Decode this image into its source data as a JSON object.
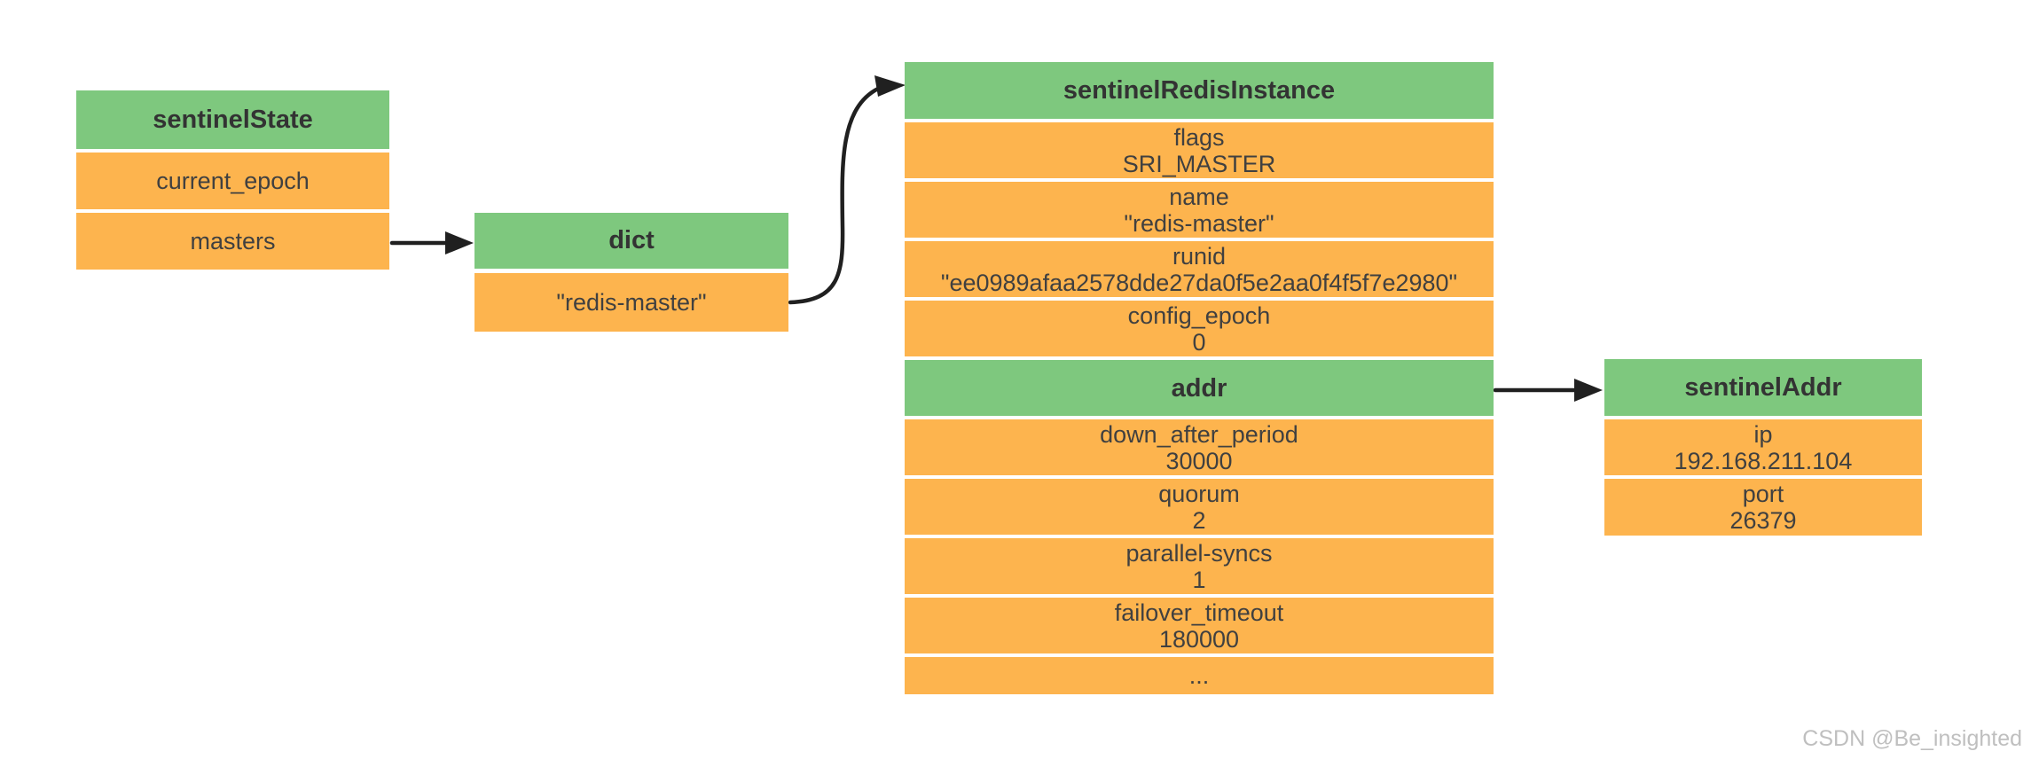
{
  "colors": {
    "green": "#7ec87e",
    "orange": "#fdb44e",
    "title-text": "#333333",
    "row-text": "#404040",
    "arrow": "#202020",
    "watermark": "#bfbfbf",
    "bg": "#ffffff"
  },
  "nodes": {
    "sentinelState": {
      "title": "sentinelState",
      "rows": [
        {
          "label": "current_epoch"
        },
        {
          "label": "masters"
        }
      ]
    },
    "dict": {
      "title": "dict",
      "rows": [
        {
          "label": "\"redis-master\""
        }
      ]
    },
    "sentinelRedisInstance": {
      "title": "sentinelRedisInstance",
      "rows": [
        {
          "label": "flags",
          "value": "SRI_MASTER"
        },
        {
          "label": "name",
          "value": "\"redis-master\""
        },
        {
          "label": "runid",
          "value": "\"ee0989afaa2578dde27da0f5e2aa0f4f5f7e2980\""
        },
        {
          "label": "config_epoch",
          "value": "0"
        },
        {
          "label": "addr",
          "header": true
        },
        {
          "label": "down_after_period",
          "value": "30000"
        },
        {
          "label": "quorum",
          "value": "2"
        },
        {
          "label": "parallel-syncs",
          "value": "1"
        },
        {
          "label": "failover_timeout",
          "value": "180000"
        },
        {
          "label": "..."
        }
      ]
    },
    "sentinelAddr": {
      "title": "sentinelAddr",
      "rows": [
        {
          "label": "ip",
          "value": "192.168.211.104"
        },
        {
          "label": "port",
          "value": "26379"
        }
      ]
    }
  },
  "edges": [
    {
      "from": "sentinelState.masters",
      "to": "dict"
    },
    {
      "from": "dict.\"redis-master\"",
      "to": "sentinelRedisInstance"
    },
    {
      "from": "sentinelRedisInstance.addr",
      "to": "sentinelAddr"
    }
  ],
  "watermark": "CSDN @Be_insighted"
}
